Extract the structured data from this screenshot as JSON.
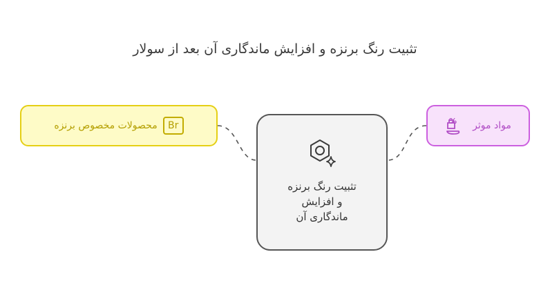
{
  "title": "تثبیت رنگ برنزه و افزایش ماندگاری آن بعد از سولار",
  "center": {
    "lines": [
      "تثبیت رنگ برنزه",
      "و افزایش",
      "ماندگاری آن"
    ],
    "icon": "gear-sparkle-icon"
  },
  "left_node": {
    "label": "محصولات مخصوص برنزه",
    "badge": "Br",
    "icon": "br-badge-icon",
    "colors": {
      "fill": "#fefbc7",
      "border": "#e5cf14",
      "text": "#b49f00"
    }
  },
  "right_node": {
    "label": "مواد موثر",
    "icon": "ingredients-percent-icon",
    "icon_text": "%",
    "colors": {
      "fill": "#f8e2fb",
      "border": "#cc5fdf",
      "text": "#b04cc5"
    }
  },
  "colors": {
    "connector": "#555555",
    "center_fill": "#f3f3f3",
    "center_border": "#555555"
  }
}
